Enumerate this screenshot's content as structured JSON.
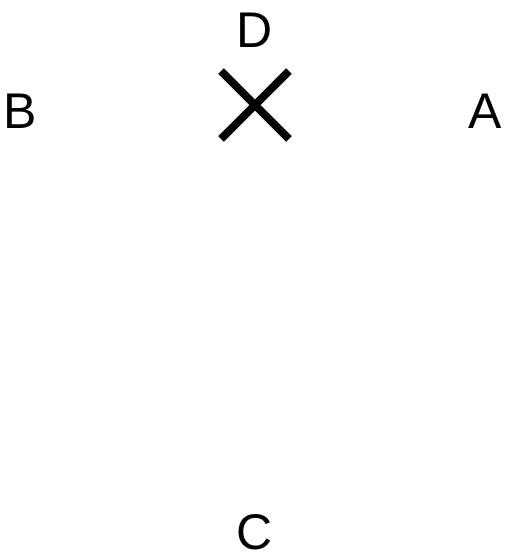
{
  "labels": {
    "a": "A",
    "b": "B",
    "c": "C",
    "d": "D"
  },
  "marker": {
    "icon": "x-mark-icon",
    "color": "#000000"
  }
}
